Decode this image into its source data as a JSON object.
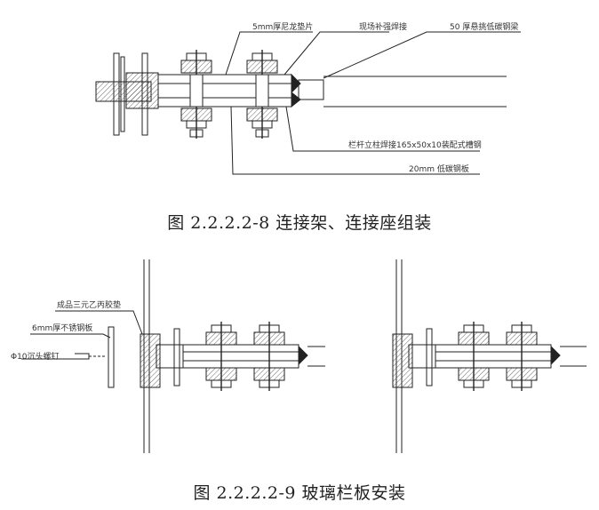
{
  "figure1": {
    "labels": {
      "nylon_pad": "5mm厚尼龙垫片",
      "site_weld": "现场补强焊接",
      "beam": "50 厚悬挑低碳钢梁",
      "post_weld": "栏杆立柱焊接165x50x10装配式槽钢",
      "plate": "20mm 低碳钢板"
    },
    "caption": "图 2.2.2.2-8 连接架、连接座组装"
  },
  "figure2": {
    "labels": {
      "epdm_pad": "成品三元乙丙胶垫",
      "ss_plate": "6mm厚不锈钢板",
      "bolt": "Φ10沉头螺钉"
    },
    "caption": "图 2.2.2.2-9 玻璃栏板安装"
  }
}
